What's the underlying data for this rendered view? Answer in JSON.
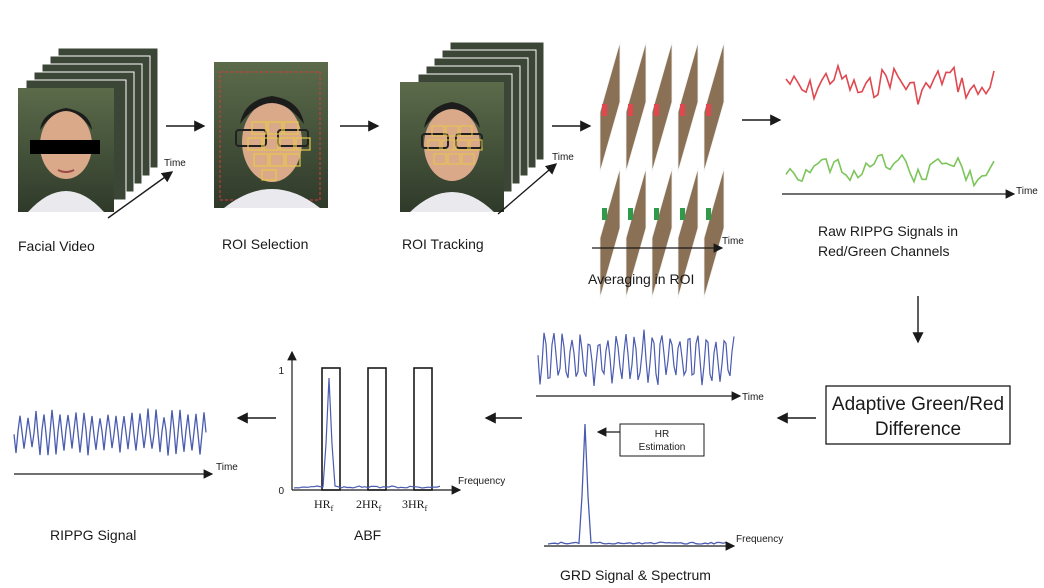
{
  "labels": {
    "facial_video": "Facial Video",
    "roi_selection": "ROI Selection",
    "roi_tracking": "ROI Tracking",
    "averaging": "Averaging in ROI",
    "raw_line1": "Raw RIPPG Signals in",
    "raw_line2": "Red/Green Channels",
    "agrd_line1": "Adaptive Green/Red",
    "agrd_line2": "Difference",
    "grd": "GRD Signal & Spectrum",
    "hr_line1": "HR",
    "hr_line2": "Estimation",
    "abf": "ABF",
    "rippg": "RIPPG Signal"
  },
  "axes": {
    "time": "Time",
    "frequency": "Frequency",
    "abf_y_top": "1",
    "abf_y_bottom": "0",
    "hr_ticks": [
      "HR",
      "2HR",
      "3HR"
    ],
    "hr_subscript": "f"
  },
  "colors": {
    "red_signal": "#e0474f",
    "green_signal": "#7cc55a",
    "blue_signal": "#4a5bb0",
    "roi_box": "#e8c84a",
    "roi_frame": "#d93a3a"
  },
  "icons": {
    "arrow": "right-arrow-icon",
    "down": "down-arrow-icon",
    "left": "left-arrow-icon"
  }
}
